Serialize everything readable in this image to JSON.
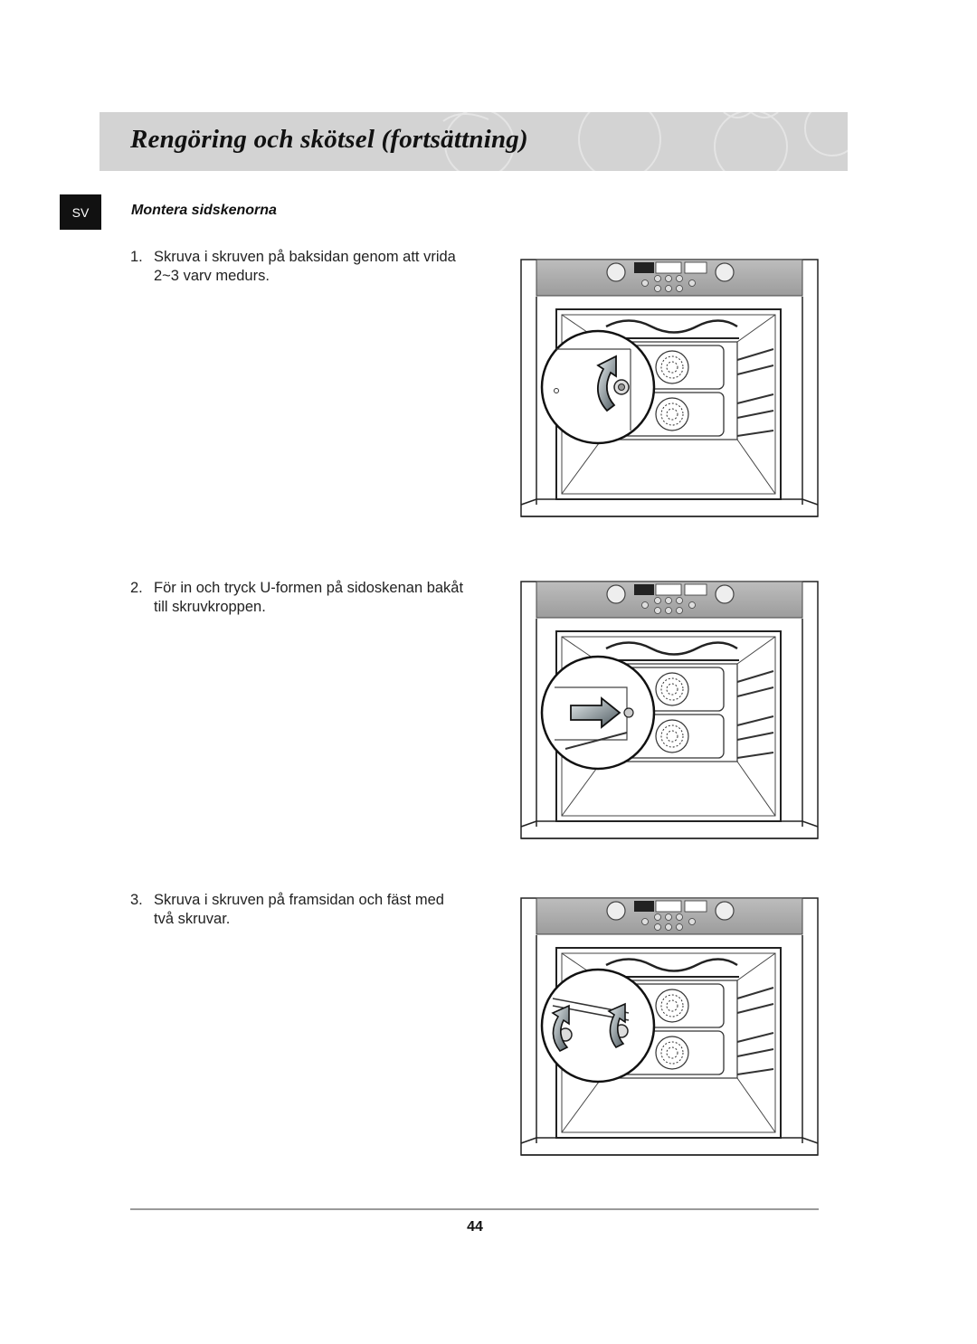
{
  "header": {
    "title": "Rengöring och skötsel (fortsättning)"
  },
  "language_tab": "SV",
  "section": {
    "heading": "Montera sidskenorna"
  },
  "steps": [
    {
      "number": "1.",
      "text": "Skruva i skruven på baksidan genom att vrida 2~3 varv medurs."
    },
    {
      "number": "2.",
      "text": "För in och tryck U-formen på sidoskenan bakåt till skruvkroppen."
    },
    {
      "number": "3.",
      "text": "Skruva i skruven på framsidan och fäst med två skruvar."
    }
  ],
  "footer": {
    "page_number": "44"
  },
  "colors": {
    "banner": "#d3d3d3",
    "language_tab": "#111111",
    "arrow_fill": "#5f6a70"
  }
}
